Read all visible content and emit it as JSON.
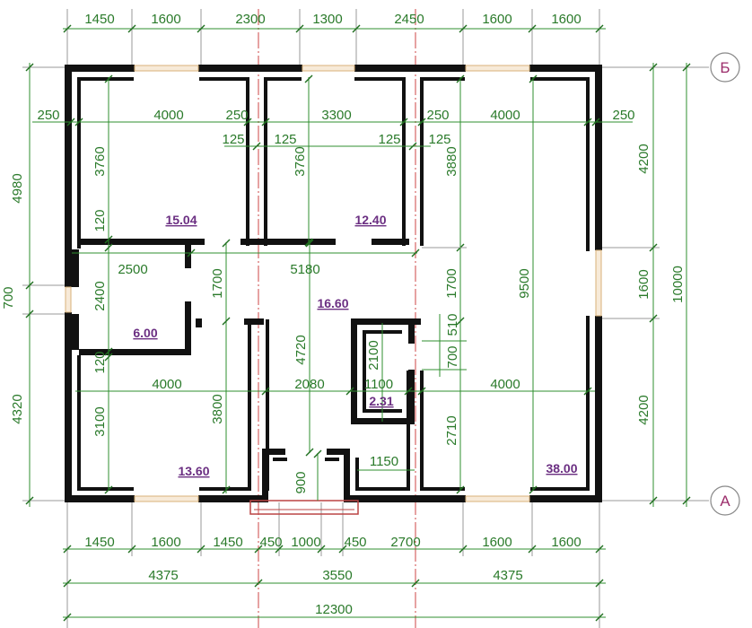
{
  "top_dims": [
    "1450",
    "1600",
    "2300",
    "1300",
    "2450",
    "1600",
    "1600"
  ],
  "bottom_dims": [
    "1450",
    "1600",
    "1450",
    "450",
    "1000",
    "450",
    "2700",
    "1600",
    "1600"
  ],
  "mid_dims": [
    "4375",
    "3550",
    "4375"
  ],
  "total_width": "12300",
  "left_dims": [
    "4980",
    "700",
    "4320"
  ],
  "right_dims": [
    "4200",
    "1600",
    "4200"
  ],
  "right_total": "10000",
  "axis_labels": [
    "Б",
    "А"
  ],
  "inner_dims": {
    "r1": [
      "250",
      "4000",
      "250",
      "3300",
      "250",
      "4000",
      "250"
    ],
    "r2": [
      "125",
      "125",
      "125",
      "125"
    ],
    "v1": [
      "3760",
      "3760",
      "3880",
      "120",
      "2400",
      "1700",
      "4720",
      "1700",
      "9500",
      "120",
      "3100",
      "3800",
      "2100",
      "510",
      "700",
      "2710"
    ],
    "h2": [
      "2500",
      "5180"
    ],
    "h3": [
      "4000",
      "2080",
      "1100",
      "4000"
    ],
    "h4": [
      "900",
      "1150"
    ]
  },
  "rooms": [
    "15.04",
    "12.40",
    "16.60",
    "6.00",
    "2.31",
    "13.60",
    "38.00"
  ]
}
